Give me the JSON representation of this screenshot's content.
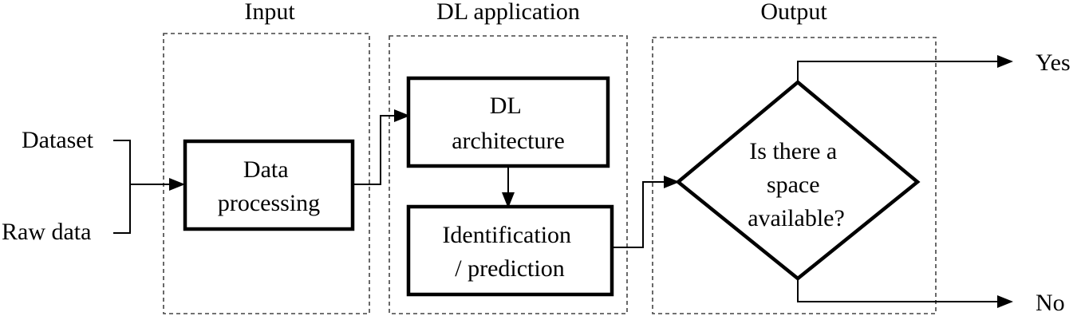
{
  "groups": {
    "input": "Input",
    "dl_application": "DL application",
    "output": "Output"
  },
  "sources": {
    "dataset": "Dataset",
    "raw_data": "Raw data"
  },
  "boxes": {
    "data_processing": [
      "Data",
      "processing"
    ],
    "dl_architecture": [
      "DL",
      "architecture"
    ],
    "identification": [
      "Identification",
      "/ prediction"
    ]
  },
  "decision": {
    "lines": [
      "Is there a",
      "space",
      "available?"
    ]
  },
  "outcomes": {
    "yes": "Yes",
    "no": "No"
  },
  "colors": {
    "stroke": "#000000",
    "background": "#ffffff"
  }
}
